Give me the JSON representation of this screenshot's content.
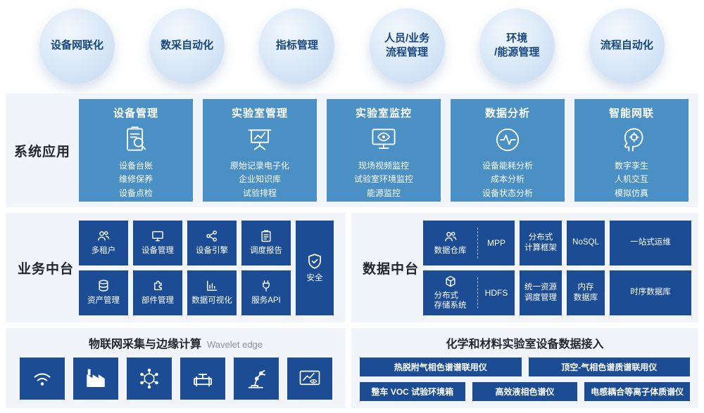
{
  "colors": {
    "app_card_blue": "#4a90c4",
    "tile_dark_blue": "#1b4c94",
    "band_background": "#f1f4f8",
    "bubble_text": "#17477f",
    "section_label_text": "#23262b"
  },
  "bubbles": [
    {
      "label": "设备网联化"
    },
    {
      "label": "数采自动化"
    },
    {
      "label": "指标管理"
    },
    {
      "label": "人员/业务\n流程管理"
    },
    {
      "label": "环境\n/能源管理"
    },
    {
      "label": "流程自动化"
    }
  ],
  "system_apps": {
    "label": "系统应用",
    "cards": [
      {
        "title": "设备管理",
        "icon": "clipboard-magnifier-icon",
        "lines": "设备台账\n维修保养\n设备点检"
      },
      {
        "title": "实验室管理",
        "icon": "presentation-chart-icon",
        "lines": "原始记录电子化\n企业知识库\n试验排程"
      },
      {
        "title": "实验室监控",
        "icon": "monitor-eye-icon",
        "lines": "现场视频监控\n试验室环境监控\n能源监控"
      },
      {
        "title": "数据分析",
        "icon": "pulse-circle-icon",
        "lines": "设备能耗分析\n成本分析\n设备状态分析"
      },
      {
        "title": "智能网联",
        "icon": "head-gear-icon",
        "lines": "数字孪生\n人机交互\n模拟仿真"
      }
    ]
  },
  "business_platform": {
    "label": "业务中台",
    "tiles": [
      {
        "label": "多租户",
        "icon": "users-icon"
      },
      {
        "label": "设备管理",
        "icon": "device-monitor-icon"
      },
      {
        "label": "设备引擎",
        "icon": "share-nodes-icon"
      },
      {
        "label": "调度报告",
        "icon": "report-clipboard-icon"
      },
      {
        "label": "资产管理",
        "icon": "database-icon"
      },
      {
        "label": "部件管理",
        "icon": "puzzle-icon"
      },
      {
        "label": "数据可视化",
        "icon": "bar-chart-icon"
      },
      {
        "label": "服务API",
        "icon": "plug-icon"
      }
    ],
    "security": {
      "label": "安全",
      "icon": "shield-check-icon"
    }
  },
  "data_platform": {
    "label": "数据中台",
    "rows": [
      {
        "combo": {
          "label": "数据仓库",
          "icon": "users-icon",
          "right": "MPP"
        },
        "tiles": [
          "分布式\n计算框架",
          "NoSQL",
          "一站式运维"
        ]
      },
      {
        "combo": {
          "label": "分布式\n存储系统",
          "icon": "cube-icon",
          "right": "HDFS"
        },
        "tiles": [
          "统一资源\n调度管理",
          "内存\n数据库",
          "时序数据库"
        ]
      }
    ]
  },
  "iot_edge": {
    "title": "物联网采集与边缘计算",
    "subtitle": "Wavelet edge",
    "tiles": [
      "wifi-sensor-icon",
      "factory-icon",
      "network-globe-icon",
      "pipeline-valve-icon",
      "robot-arm-icon",
      "monitor-trend-eye-icon"
    ]
  },
  "lab_access": {
    "title": "化学和材料实验室设备数据接入",
    "row1": [
      "热脱附气相色谱谱联用仪",
      "顶空-气相色谱质谱联用仪"
    ],
    "row2": [
      "整车 VOC 试验环境箱",
      "高效液相色谱仪",
      "电感耦合等离子体质谱仪"
    ]
  }
}
